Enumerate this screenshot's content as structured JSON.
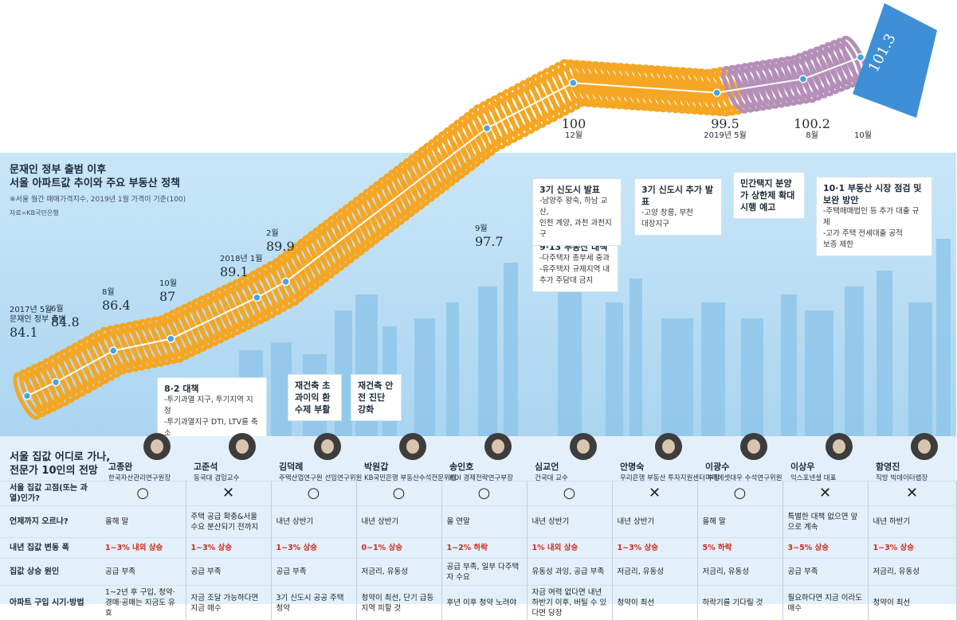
{
  "header": {
    "title_line1": "문재인 정부 출범 이후",
    "title_line2": "서울 아파트값 추이와 주요 부동산 정책",
    "note": "※서울 월간 매매가격지수, 2019년 1월 가격이 기준(100)",
    "source": "자료=KB국민은행"
  },
  "chart_data": {
    "type": "line",
    "points": [
      {
        "label": "2017년 5월",
        "sublabel": "문재인 정부 출범",
        "value": 84.1
      },
      {
        "label": "6월",
        "value": 84.8
      },
      {
        "label": "8월",
        "value": 86.4
      },
      {
        "label": "10월",
        "value": 87
      },
      {
        "label": "2018년 1월",
        "value": 89.1
      },
      {
        "label": "2월",
        "value": 89.9
      },
      {
        "label": "9월",
        "value": 97.7
      },
      {
        "label": "12월",
        "value": 100
      },
      {
        "label": "2019년 5월",
        "value": 99.5
      },
      {
        "label": "8월",
        "value": 100.2
      },
      {
        "label": "10월",
        "value": 101.3
      }
    ],
    "colors": {
      "spring": "#f5a623",
      "line": "#ffffff",
      "marker": "#4aa3df",
      "sky": "#bfe0f5",
      "house": "#3f8fd6"
    }
  },
  "callouts": [
    {
      "title": "8·2 대책",
      "body": [
        "-투기과열 지구, 투기지역 지정",
        "-투기과열지구  DTI, LTV를 축소"
      ]
    },
    {
      "title": "재건축 초과이익 환수제 부활",
      "body": []
    },
    {
      "title": "재건축 안전 진단 강화",
      "body": []
    },
    {
      "title": "9·13 부동산 대책",
      "body": [
        "-다주택자 종부세 중과",
        "-유주택자 규제지역 내",
        "추가 주담대 금지"
      ]
    },
    {
      "title": "3기 신도시 발표",
      "body": [
        "-남양주 왕숙, 하남 교산,",
        "인천 계양, 과천 과천지구"
      ]
    },
    {
      "title": "3기 신도시 추가 발표",
      "body": [
        "-고양 창릉, 부천",
        "대장지구"
      ]
    },
    {
      "title": "민간택지 분양가 상한제 확대 시행 예고",
      "body": []
    },
    {
      "title": "10·1 부동산 시장 점검 및 보완 방안",
      "body": [
        "-주택매매법인 등 추가 대출 규제",
        "-고가 주택 전세대출 공적",
        "보증 제한"
      ]
    }
  ],
  "panel": {
    "title_line1": "서울 집값 어디로 가나,",
    "title_line2": "전문가 10인의 전망",
    "row_headers": [
      "서울 집값 고점(또는 과열)인가?",
      "언제까지 오르나?",
      "내년 집값 변동 폭",
      "집값 상승 원인",
      "아파트 구입 시기·방법"
    ],
    "experts": [
      {
        "name": "고종완",
        "org": "한국자산관리연구원장",
        "peak": "O",
        "until": "올해 말",
        "change": "1~3% 내외 상승",
        "cause": "공급 부족",
        "buy": "1~2년 후 구입, 청약·경매·공매는 지금도 유효"
      },
      {
        "name": "고준석",
        "org": "동국대 겸임교수",
        "peak": "X",
        "until": "주택 공급 확충&서울 수요 분산되기 전까지",
        "change": "1~3% 상승",
        "cause": "공급 부족",
        "buy": "자금 조달 가능하다면 지금 매수"
      },
      {
        "name": "김덕례",
        "org": "주택산업연구원 선임연구위원",
        "peak": "O",
        "until": "내년 상반기",
        "change": "1~3% 상승",
        "cause": "공급 부족",
        "buy": "3기 신도시 공공 주택 청약"
      },
      {
        "name": "박원갑",
        "org": "KB국민은행 부동산수석전문위원",
        "peak": "O",
        "until": "내년 상반기",
        "change": "0~1% 상승",
        "cause": "저금리, 유동성",
        "buy": "청약이 최선, 단기 급등 지역 피할 것"
      },
      {
        "name": "송인호",
        "org": "KDI 경제전략연구부장",
        "peak": "O",
        "until": "올 연말",
        "change": "1~2% 하락",
        "cause": "공급 부족, 일부 다주택자 수요",
        "buy": "후년 이후 청약 노려야"
      },
      {
        "name": "심교언",
        "org": "건국대 교수",
        "peak": "O",
        "until": "내년 상반기",
        "change": "1% 내외 상승",
        "cause": "유동성 과잉, 공급 부족",
        "buy": "자금 여력 없다면 내년 하반기 이후, 버틸 수 있다면 당장"
      },
      {
        "name": "안명숙",
        "org": "우리은행 부동산 투자지원센터 부장",
        "peak": "X",
        "until": "내년 상반기",
        "change": "1~3% 상승",
        "cause": "저금리, 유동성",
        "buy": "청약이 최선"
      },
      {
        "name": "이광수",
        "org": "미래에셋대우 수석연구위원",
        "peak": "O",
        "until": "올해 말",
        "change": "5% 하락",
        "cause": "저금리, 유동성",
        "buy": "하락기를 기다릴 것"
      },
      {
        "name": "이상우",
        "org": "익스포넨셜 대표",
        "peak": "X",
        "until": "특별한 대책 없으면 앞으로 계속",
        "change": "3~5% 상승",
        "cause": "공급 부족",
        "buy": "필요하다면 지금 이라도 매수"
      },
      {
        "name": "함영진",
        "org": "직방 빅데이터랩장",
        "peak": "X",
        "until": "내년 하반기",
        "change": "1~3% 상승",
        "cause": "저금리, 유동성",
        "buy": "청약이 최선"
      }
    ]
  }
}
